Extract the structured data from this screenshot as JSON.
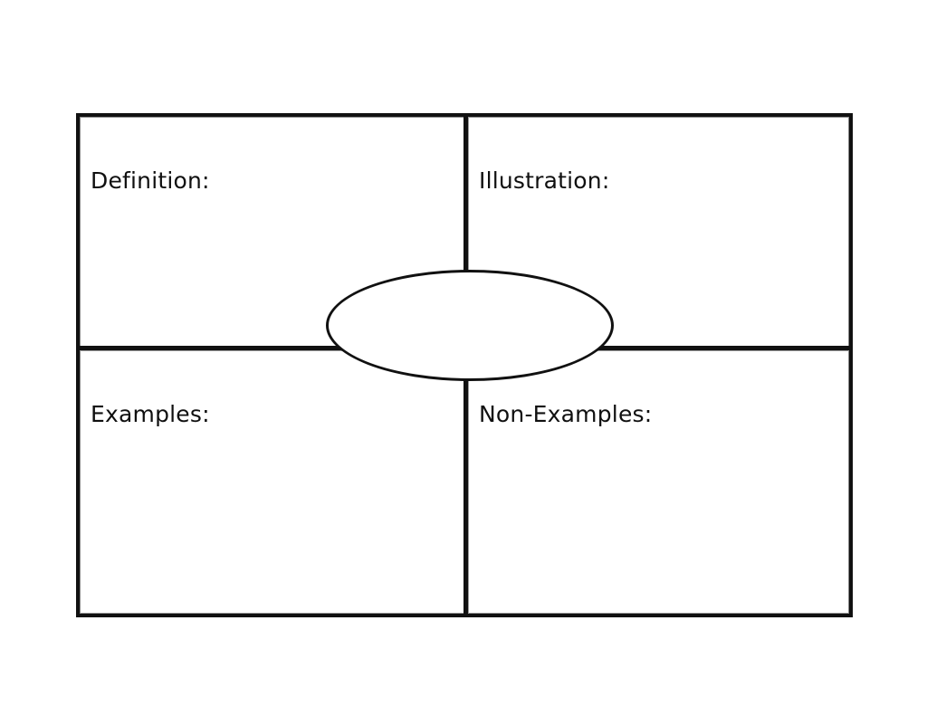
{
  "document": {
    "type": "frayer-model-graphic-organizer",
    "background_color": "#ffffff",
    "line_color": "#111111"
  },
  "organizer": {
    "center_shape": "ellipse",
    "center_label": "",
    "quadrants": [
      {
        "key": "definition",
        "label": "Definition:",
        "position": "top-left",
        "content": ""
      },
      {
        "key": "illustration",
        "label": "Illustration:",
        "position": "top-right",
        "content": ""
      },
      {
        "key": "examples",
        "label": "Examples:",
        "position": "bottom-left",
        "content": ""
      },
      {
        "key": "nonexamples",
        "label": "Non-Examples:",
        "position": "bottom-right",
        "content": ""
      }
    ]
  }
}
